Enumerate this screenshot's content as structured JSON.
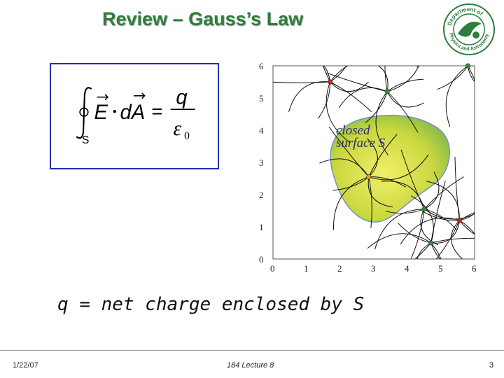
{
  "slide": {
    "title": "Review – Gauss’s Law",
    "caption": "q = net charge enclosed by S"
  },
  "equation": {
    "subscript": "S",
    "vec_e": "E",
    "vec_da": "dA",
    "numerator": "q",
    "denominator_symbol": "ε",
    "denominator_subscript": "0"
  },
  "logo": {
    "text_top": "Department of",
    "text_bottom": "Physics and Astronomy",
    "icon": "department-seal"
  },
  "plot": {
    "surface_label_line1": "closed",
    "surface_label_line2": "surface S",
    "x_ticks": [
      "0",
      "1",
      "2",
      "3",
      "4",
      "5",
      "6"
    ],
    "y_ticks": [
      "0",
      "1",
      "2",
      "3",
      "4",
      "5",
      "6"
    ],
    "xlim": [
      0,
      6
    ],
    "ylim": [
      0,
      6
    ],
    "charges": [
      {
        "x": 1.7,
        "y": 5.5,
        "color": "#d22020"
      },
      {
        "x": 3.4,
        "y": 5.2,
        "color": "#2f8f3a"
      },
      {
        "x": 5.8,
        "y": 6.0,
        "color": "#2f8f3a"
      },
      {
        "x": 2.85,
        "y": 2.55,
        "color": "#e6a020"
      },
      {
        "x": 4.5,
        "y": 1.55,
        "color": "#2f8f3a"
      },
      {
        "x": 5.55,
        "y": 1.2,
        "color": "#d22020"
      },
      {
        "x": 4.7,
        "y": 0.5,
        "color": "#2f8f3a"
      }
    ],
    "surface_color": "#c8d63c"
  },
  "footer": {
    "date": "1/22/07",
    "lecture": "184 Lecture 8",
    "page": "3"
  }
}
